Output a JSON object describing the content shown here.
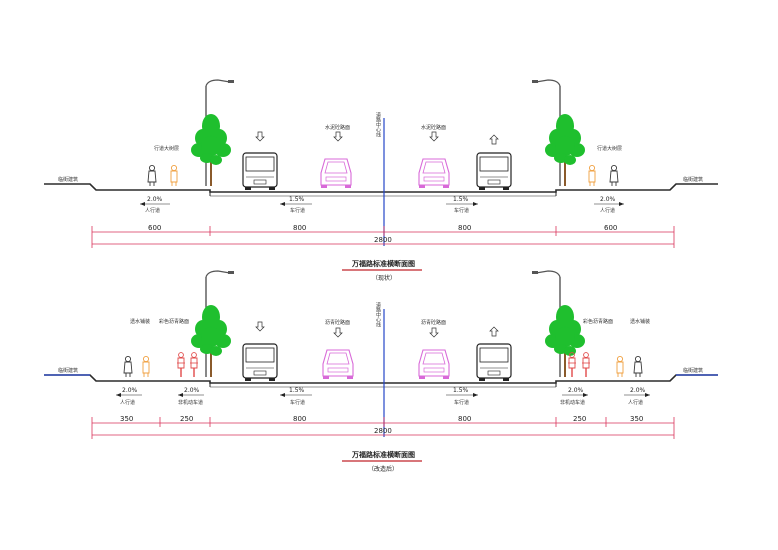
{
  "colors": {
    "line": "#2b2b2b",
    "dim_line": "#d9335a",
    "tree": "#1fbf2e",
    "trunk": "#8a5a2b",
    "car": "#d86ad8",
    "person_dark": "#3a3a3a",
    "person_orange": "#f0a040",
    "cyclist_red": "#e04a4a",
    "ground_blue": "#2646c8",
    "title_underline": "#c0242a"
  },
  "sections": [
    {
      "id": "current",
      "title": "万福路标准横断面图",
      "subtitle": "（现状）",
      "building_left": "临街建筑",
      "building_right": "临街建筑",
      "center_label": "道路中心线",
      "label_left_trees": "行道大树层",
      "label_left_lane": "水泥砼路面",
      "label_right_lane": "水泥砼路面",
      "label_right_trees": "行道大树层",
      "slopes": [
        {
          "value": "2.0%",
          "name": "人行道"
        },
        {
          "value": "1.5%",
          "name": "车行道"
        },
        {
          "value": "1.5%",
          "name": "车行道"
        },
        {
          "value": "2.0%",
          "name": "人行道"
        }
      ],
      "widths": [
        "600",
        "800",
        "800",
        "600"
      ],
      "total": "2800"
    },
    {
      "id": "renovated",
      "title": "万福路标准横断面图",
      "subtitle": "（改造后）",
      "building_left": "临街建筑",
      "building_right": "临街建筑",
      "center_label": "道路中心线",
      "label_left_outer": "透水铺装",
      "label_left_bike": "彩色沥青路面",
      "label_left_lane": "沥青砼路面",
      "label_right_lane": "沥青砼路面",
      "label_right_bike": "彩色沥青路面",
      "label_right_outer": "透水铺装",
      "slopes": [
        {
          "value": "2.0%",
          "name": "人行道"
        },
        {
          "value": "2.0%",
          "name": "非机动车道"
        },
        {
          "value": "1.5%",
          "name": "车行道"
        },
        {
          "value": "1.5%",
          "name": "车行道"
        },
        {
          "value": "2.0%",
          "name": "非机动车道"
        },
        {
          "value": "2.0%",
          "name": "人行道"
        }
      ],
      "widths": [
        "350",
        "250",
        "800",
        "800",
        "250",
        "350"
      ],
      "total": "2800"
    }
  ]
}
